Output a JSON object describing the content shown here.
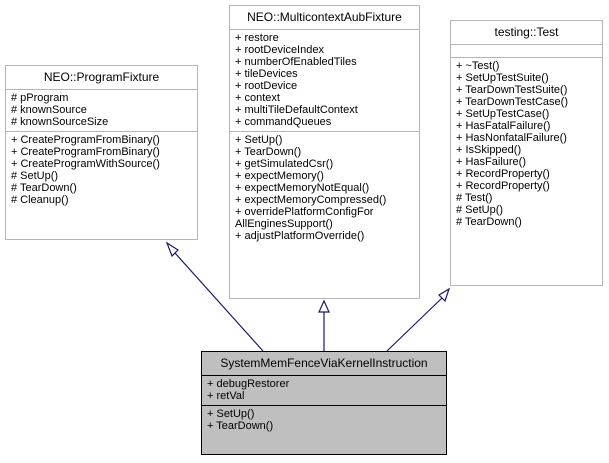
{
  "classes": {
    "program_fixture": {
      "name": "NEO::ProgramFixture",
      "attributes": [
        "# pProgram",
        "# knownSource",
        "# knownSourceSize"
      ],
      "operations": [
        "+ CreateProgramFromBinary()",
        "+ CreateProgramFromBinary()",
        "+ CreateProgramWithSource()",
        "# SetUp()",
        "# TearDown()",
        "# Cleanup()"
      ]
    },
    "multicontext_fixture": {
      "name": "NEO::MulticontextAubFixture",
      "attributes": [
        "+ restore",
        "+ rootDeviceIndex",
        "+ numberOfEnabledTiles",
        "+ tileDevices",
        "+ rootDevice",
        "+ context",
        "+ multiTileDefaultContext",
        "+ commandQueues"
      ],
      "operations": [
        "+ SetUp()",
        "+ TearDown()",
        "+ getSimulatedCsr()",
        "+ expectMemory()",
        "+ expectMemoryNotEqual()",
        "+ expectMemoryCompressed()",
        "+ overridePlatformConfigFor",
        "AllEnginesSupport()",
        "+ adjustPlatformOverride()"
      ]
    },
    "testing_test": {
      "name": "testing::Test",
      "attributes": [],
      "operations": [
        "+ ~Test()",
        "+ SetUpTestSuite()",
        "+ TearDownTestSuite()",
        "+ TearDownTestCase()",
        "+ SetUpTestCase()",
        "+ HasFatalFailure()",
        "+ HasNonfatalFailure()",
        "+ IsSkipped()",
        "+ HasFailure()",
        "+ RecordProperty()",
        "+ RecordProperty()",
        "# Test()",
        "# SetUp()",
        "# TearDown()"
      ]
    },
    "system_mem_fence": {
      "name": "SystemMemFenceViaKernelInstruction",
      "attributes": [
        "+ debugRestorer",
        "+ retVal"
      ],
      "operations": [
        "+ SetUp()",
        "+ TearDown()"
      ]
    }
  },
  "colors": {
    "edge": "#191970",
    "box_border": "#b5b5b5",
    "derived_fill": "#bfbfbf"
  }
}
